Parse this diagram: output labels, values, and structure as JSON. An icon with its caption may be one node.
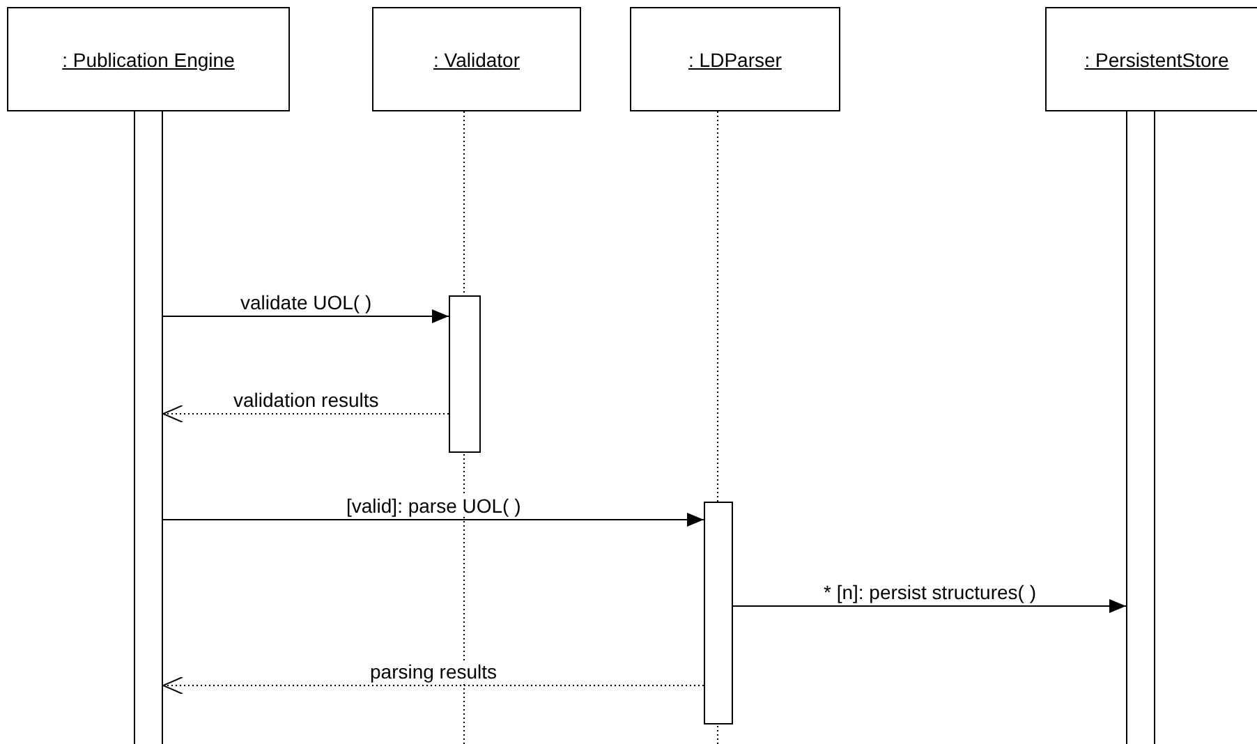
{
  "diagram": {
    "nodes": [
      {
        "text": [
          ": Publication Engine"
        ]
      },
      {
        "text": [
          ": Validator"
        ]
      },
      {
        "text": [
          ": LDParser"
        ]
      },
      {
        "text": [
          ": PersistentStore"
        ]
      },
      {
        "text": [],
        "shape": "bar"
      },
      {
        "text": [],
        "shape": "bar"
      },
      {
        "text": [],
        "shape": "bar"
      },
      {
        "text": [],
        "shape": "bar"
      }
    ],
    "edges": [
      {
        "from": 4,
        "to": 5,
        "arrow": "to",
        "label": "validate UOL( )"
      },
      {
        "from": 5,
        "to": 4,
        "arrow": "to",
        "label": "validation results",
        "style": "dashed"
      },
      {
        "from": 4,
        "to": 6,
        "arrow": "to",
        "label": "[valid]: parse UOL( )"
      },
      {
        "from": 6,
        "to": 7,
        "arrow": "to",
        "label": "* [n]: persist structures( )"
      },
      {
        "from": 6,
        "to": 4,
        "arrow": "to",
        "label": "parsing results",
        "style": "dashed"
      }
    ]
  }
}
